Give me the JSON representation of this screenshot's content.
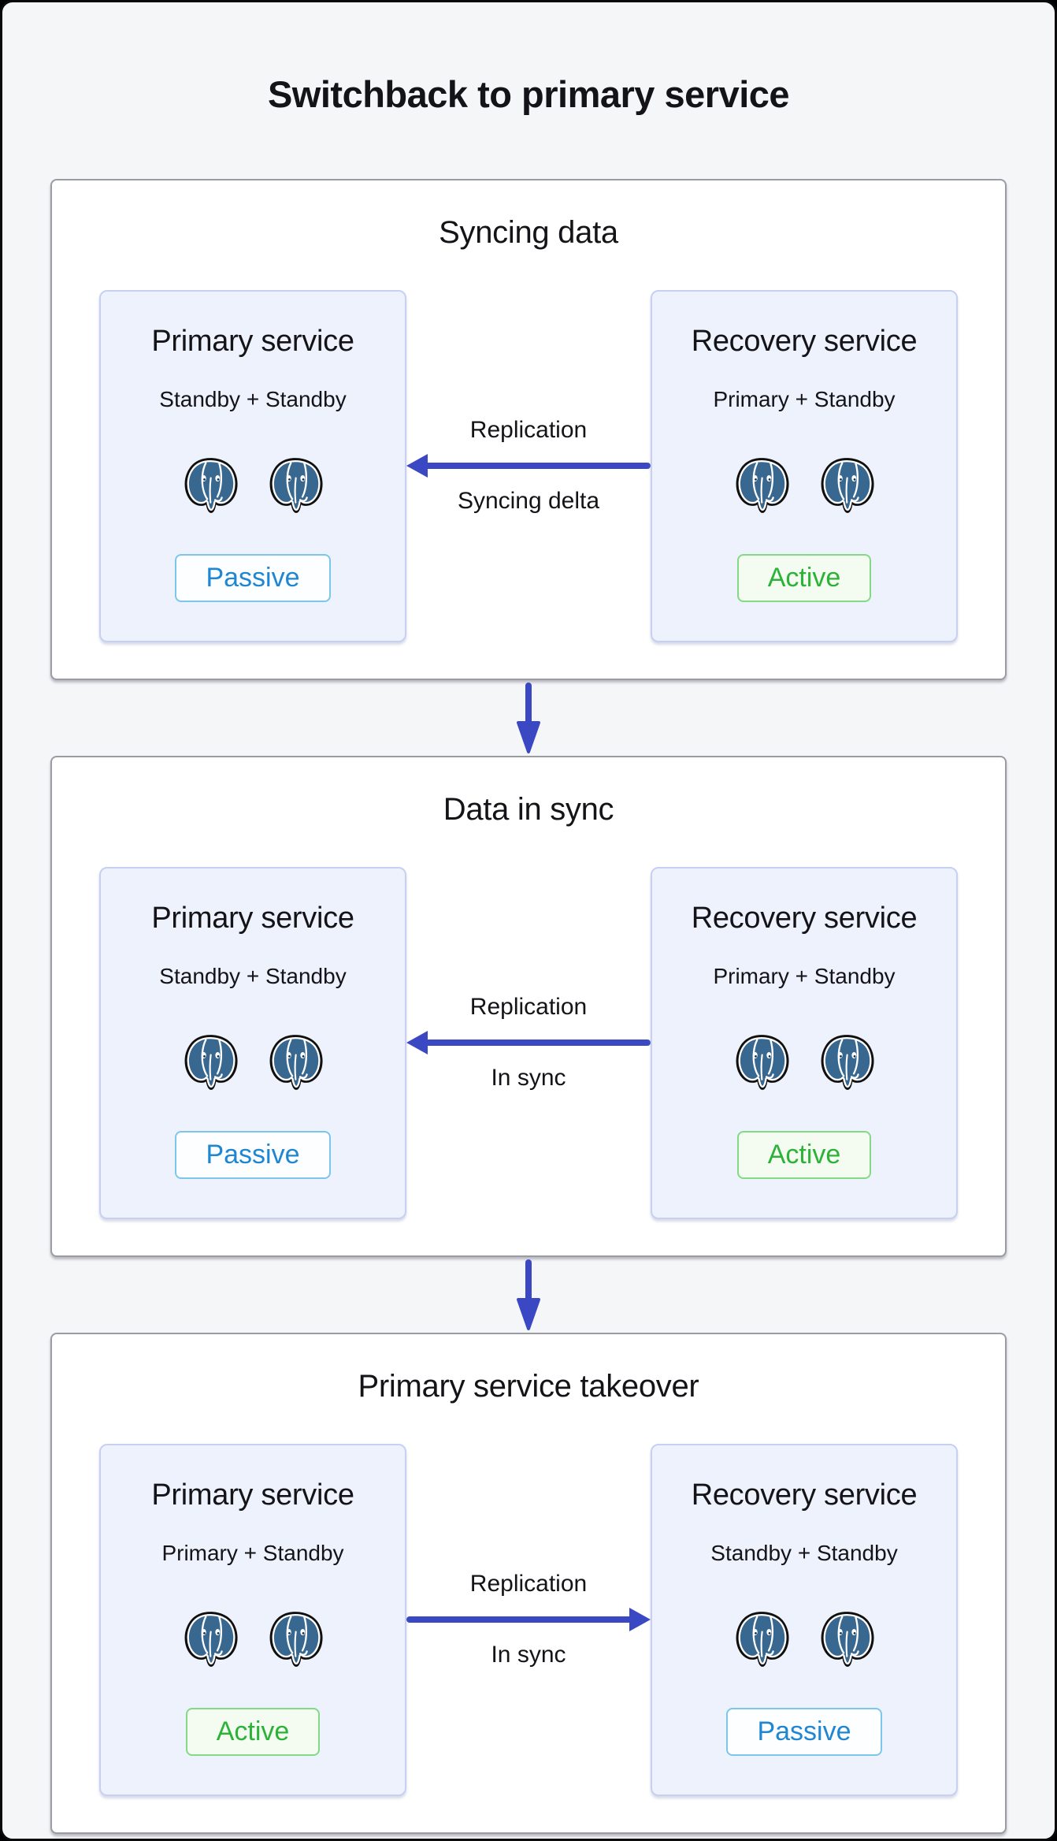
{
  "title": "Switchback to primary service",
  "colors": {
    "bg": "#f5f6f8",
    "text_dark": "#141418",
    "panel_bg": "#ffffff",
    "panel_border": "#9b9ba4",
    "card_bg": "#eef2fc",
    "card_border": "#c7d0f2",
    "arrow_blue": "#3b48c3",
    "badge_passive_border": "#7cc6ea",
    "badge_passive_text": "#1f86d1",
    "badge_passive_bg": "#fdfeff",
    "badge_active_border": "#83d985",
    "badge_active_text": "#2cb236",
    "badge_active_bg": "#f4fcf2",
    "elephant_blue": "#38678f",
    "elephant_outline": "#101010"
  },
  "icons": {
    "database_icon": "postgresql-elephant-icon",
    "stage_connector_icon": "down-arrow-icon",
    "flow_icon": "replication-arrow-icon"
  },
  "stages": [
    {
      "title": "Syncing data",
      "left": {
        "title": "Primary service",
        "subtitle": "Standby + Standby",
        "badge": "Passive",
        "badge_type": "passive"
      },
      "flow": {
        "top_label": "Replication",
        "bottom_label": "Syncing delta",
        "direction": "left"
      },
      "right": {
        "title": "Recovery service",
        "subtitle": "Primary + Standby",
        "badge": "Active",
        "badge_type": "active"
      }
    },
    {
      "title": "Data in sync",
      "left": {
        "title": "Primary service",
        "subtitle": "Standby + Standby",
        "badge": "Passive",
        "badge_type": "passive"
      },
      "flow": {
        "top_label": "Replication",
        "bottom_label": "In sync",
        "direction": "left"
      },
      "right": {
        "title": "Recovery service",
        "subtitle": "Primary + Standby",
        "badge": "Active",
        "badge_type": "active"
      }
    },
    {
      "title": "Primary service takeover",
      "left": {
        "title": "Primary service",
        "subtitle": "Primary + Standby",
        "badge": "Active",
        "badge_type": "active"
      },
      "flow": {
        "top_label": "Replication",
        "bottom_label": "In sync",
        "direction": "right"
      },
      "right": {
        "title": "Recovery service",
        "subtitle": "Standby + Standby",
        "badge": "Passive",
        "badge_type": "passive"
      }
    }
  ]
}
